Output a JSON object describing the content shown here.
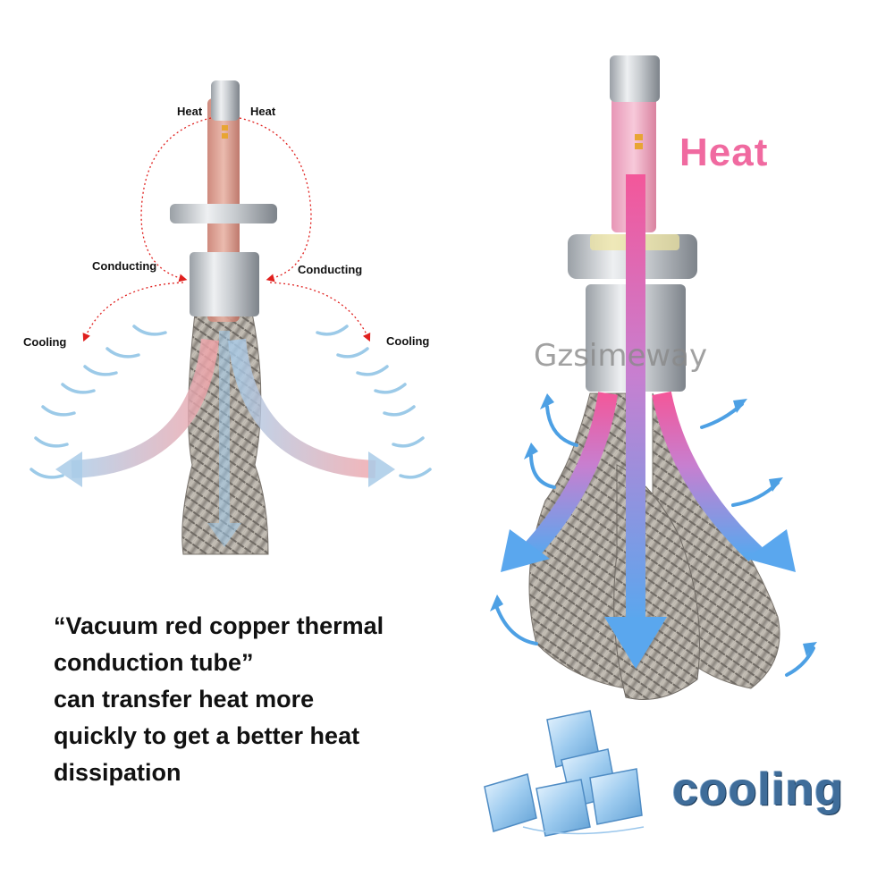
{
  "left_diagram": {
    "heat_left": "Heat",
    "heat_right": "Heat",
    "conducting_left": "Conducting",
    "conducting_right": "Conducting",
    "cooling_left": "Cooling",
    "cooling_right": "Cooling"
  },
  "caption": {
    "lines": [
      "“Vacuum red copper thermal",
      "conduction tube”",
      "can transfer heat more",
      "quickly to get a better heat",
      "dissipation"
    ]
  },
  "right_diagram": {
    "heat": "Heat",
    "cooling": "cooling",
    "watermark": "Gzsimeway"
  },
  "colors": {
    "heat_pink": "#f06aa0",
    "cool_blue": "#5aa0e0",
    "cooling_text": "#3f6d9a",
    "arrow_red": "#e0201e"
  }
}
